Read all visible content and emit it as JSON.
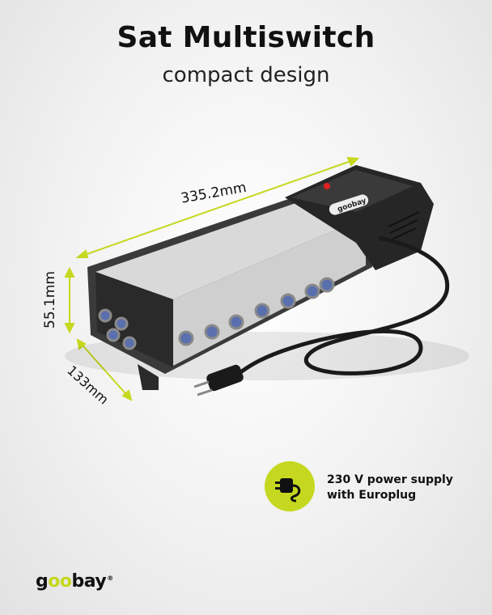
{
  "header": {
    "title": "Sat Multiswitch",
    "subtitle": "compact design"
  },
  "dimensions": {
    "length": "335.2mm",
    "height": "55.1mm",
    "depth": "133mm"
  },
  "feature": {
    "icon": "plug-icon",
    "line1": "230 V power supply",
    "line2": "with Europlug"
  },
  "brand": {
    "name": "goobay",
    "prefix": "g",
    "oo": "oo",
    "suffix": "bay",
    "registered": "®"
  },
  "device_label": {
    "brand": "goobay"
  },
  "colors": {
    "accent": "#c5d81f",
    "device_body": "#2b2b2b",
    "device_panel": "#e6e6e6",
    "connector": "#5a6fae"
  }
}
